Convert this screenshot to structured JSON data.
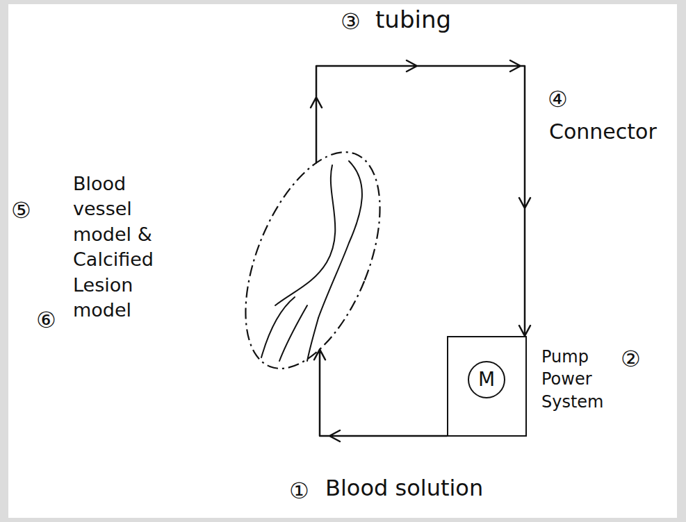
{
  "diagram": {
    "nodes": [
      {
        "text": [
          "Pump Power System"
        ]
      },
      {
        "text": [
          "M"
        ],
        "in": 0
      },
      {
        "text": [
          "Blood vessel model & Calcified Lesion model"
        ]
      }
    ],
    "edges": [
      {
        "from": 0,
        "to": 2,
        "arrow": "to"
      },
      {
        "from": 2,
        "to": 0,
        "arrow": "to"
      }
    ],
    "labels": [
      "③",
      "tubing",
      "④",
      "Connector",
      "⑤",
      "⑥",
      "②",
      "①",
      "Blood solution"
    ]
  }
}
